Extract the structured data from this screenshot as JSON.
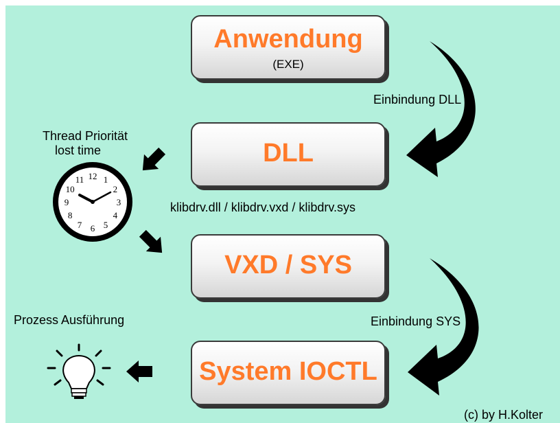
{
  "boxes": {
    "app": {
      "title": "Anwendung",
      "subtitle": "(EXE)"
    },
    "dll": {
      "title": "DLL"
    },
    "driver": {
      "title": "VXD / SYS"
    },
    "ioctl": {
      "title": "System IOCTL"
    }
  },
  "labels": {
    "link_dll": "Einbindung DLL",
    "link_sys": "Einbindung SYS",
    "thread_priority": "Thread Priorität",
    "lost_time": "lost time",
    "driver_files": "klibdrv.dll / klibdrv.vxd / klibdrv.sys",
    "process_execution": "Prozess Ausführung",
    "copyright": "(c) by H.Kolter"
  },
  "clock_numbers": [
    "12",
    "1",
    "2",
    "3",
    "4",
    "5",
    "6",
    "7",
    "8",
    "9",
    "10",
    "11"
  ],
  "colors": {
    "background": "#b3f0dc",
    "box_title": "#ff7a2a",
    "arrow": "#000000"
  },
  "icons": [
    "curved-arrow-icon",
    "clock-icon",
    "lightbulb-icon",
    "arrow-icon"
  ]
}
